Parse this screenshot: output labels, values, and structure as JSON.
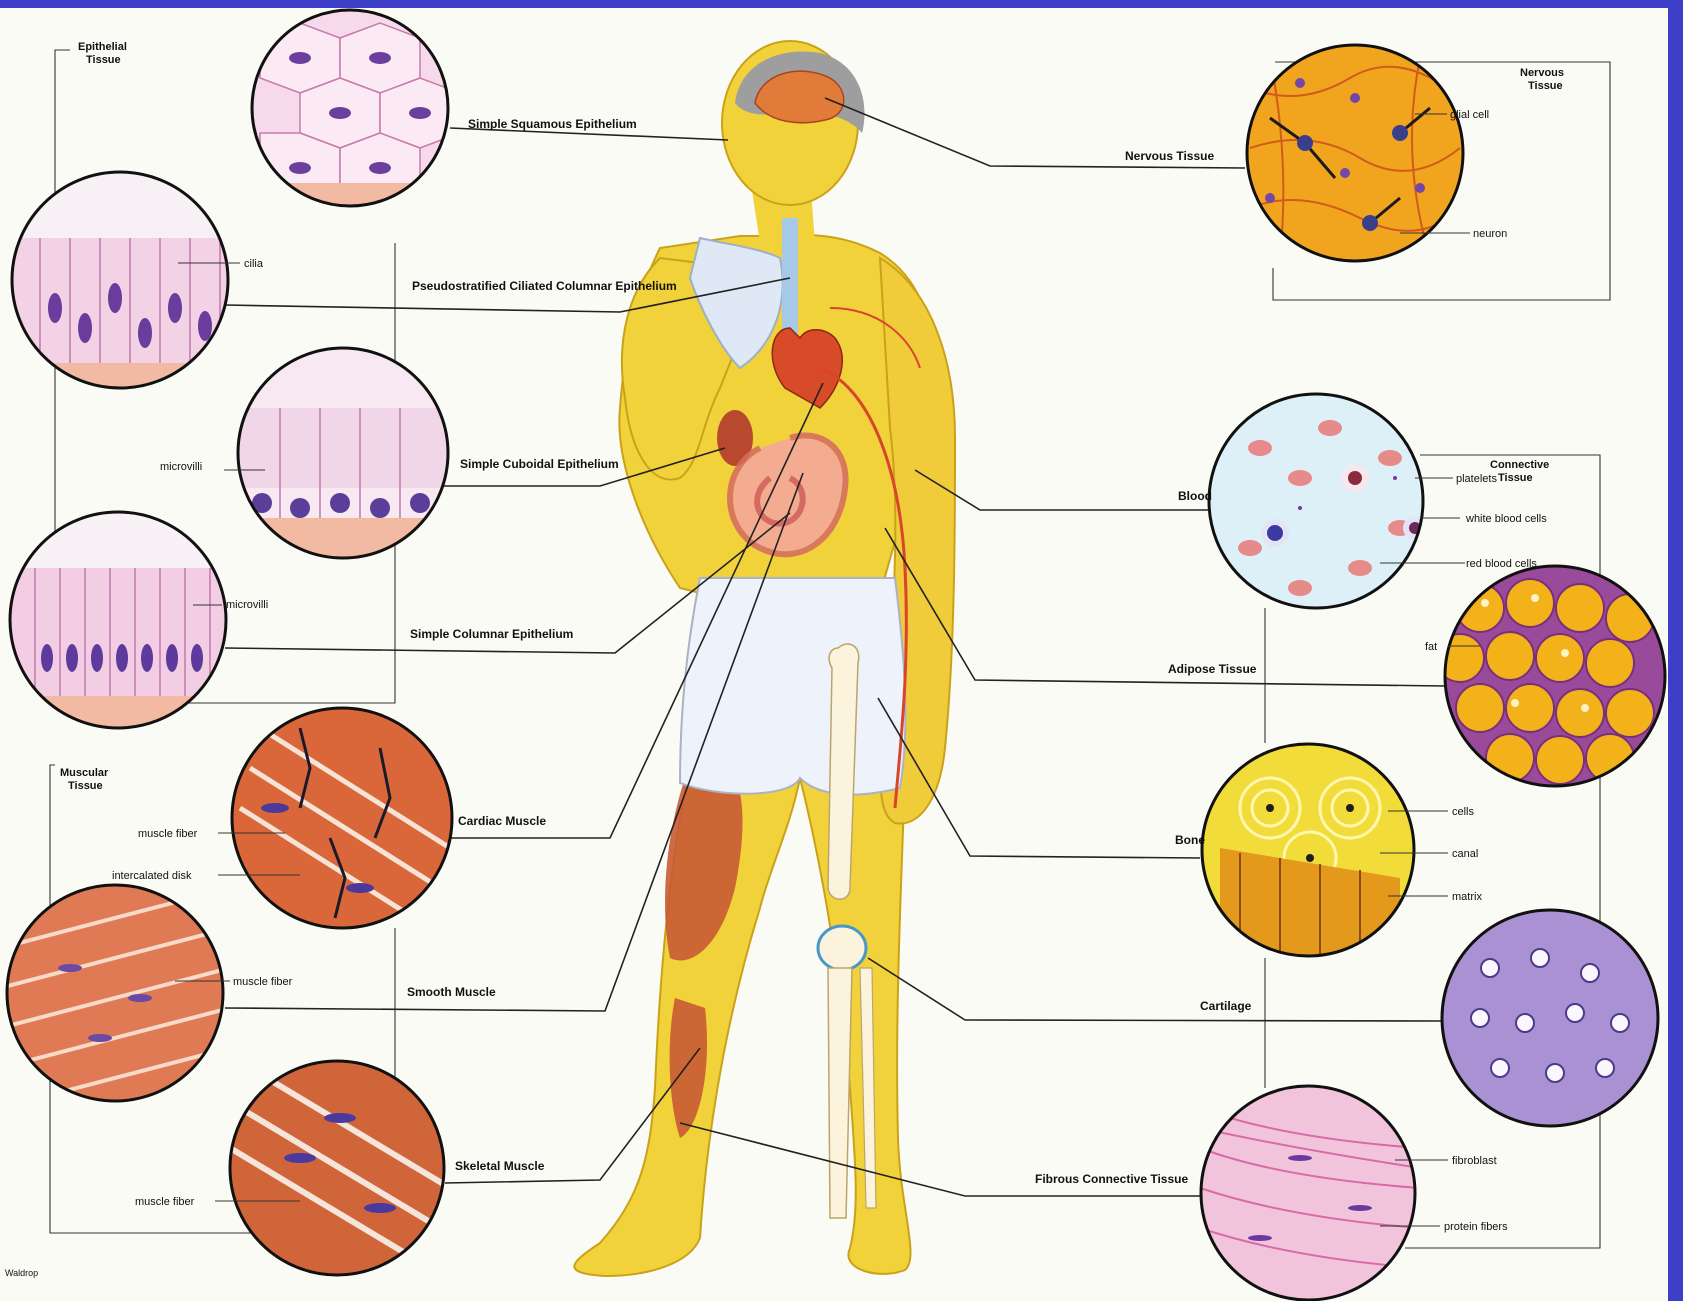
{
  "colors": {
    "frame": "#3e3fc9",
    "paper": "#fbfbf6",
    "skin": "#f2d23a",
    "muscle": "#d9673a",
    "epithelium": "#e89fc8",
    "nucleus": "#5b3d9a",
    "nervous": "#f1a51f",
    "adipose": "#f4b21a",
    "cartilage": "#9b7fc9",
    "fibrous": "#f2c4dc"
  },
  "groups": {
    "epithelial": "Epithelial Tissue",
    "muscular": "Muscular Tissue",
    "nervous": "Nervous Tissue",
    "connective": "Connective Tissue"
  },
  "labels": {
    "simple_squamous": "Simple Squamous Epithelium",
    "pseudostratified": "Pseudostratified Ciliated Columnar Epithelium",
    "simple_cuboidal": "Simple Cuboidal Epithelium",
    "simple_columnar": "Simple Columnar Epithelium",
    "cardiac": "Cardiac Muscle",
    "smooth": "Smooth Muscle",
    "skeletal": "Skeletal Muscle",
    "nervous_tissue": "Nervous Tissue",
    "blood": "Blood",
    "adipose": "Adipose Tissue",
    "bone": "Bone",
    "cartilage": "Cartilage",
    "fibrous": "Fibrous Connective Tissue"
  },
  "sublabels": {
    "cilia": "cilia",
    "microvilli_cuboidal": "microvilli",
    "microvilli_columnar": "microvilli",
    "muscle_fiber_cardiac": "muscle fiber",
    "intercalated_disk": "intercalated disk",
    "muscle_fiber_smooth": "muscle fiber",
    "muscle_fiber_skeletal": "muscle fiber",
    "glial_cell": "glial cell",
    "neuron": "neuron",
    "platelets": "platelets",
    "white_blood_cells": "white blood cells",
    "red_blood_cells": "red blood cells",
    "fat": "fat",
    "cells": "cells",
    "canal": "canal",
    "matrix": "matrix",
    "fibroblast": "fibroblast",
    "protein_fibers": "protein fibers"
  },
  "credit": "Waldrop"
}
